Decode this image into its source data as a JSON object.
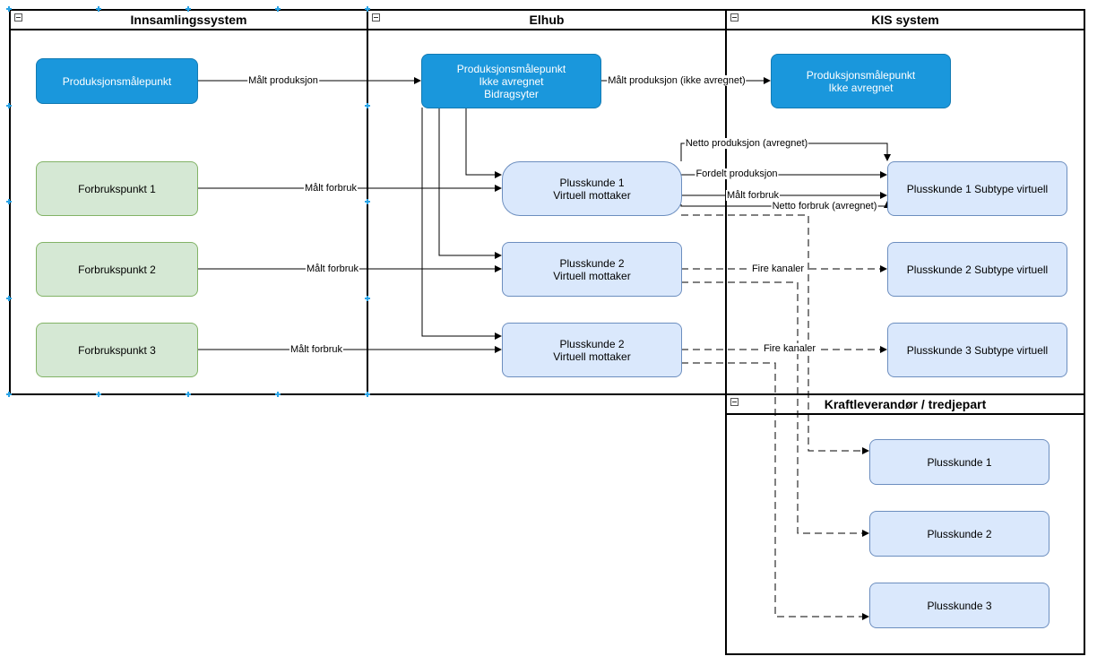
{
  "lanes": {
    "innsamling": {
      "title": "Innsamlingssystem"
    },
    "elhub": {
      "title": "Elhub"
    },
    "kis": {
      "title": "KIS system"
    },
    "kraft": {
      "title": "Kraftleverandør / tredjepart"
    }
  },
  "nodes": {
    "prod_innsamling": {
      "lines": [
        "Produksjonsmålepunkt"
      ]
    },
    "forbruk1": {
      "lines": [
        "Forbrukspunkt 1"
      ]
    },
    "forbruk2": {
      "lines": [
        "Forbrukspunkt 2"
      ]
    },
    "forbruk3": {
      "lines": [
        "Forbrukspunkt 3"
      ]
    },
    "prod_elhub": {
      "lines": [
        "Produksjonsmålepunkt",
        "Ikke avregnet",
        "Bidragsyter"
      ]
    },
    "plus1_elhub": {
      "lines": [
        "Plusskunde 1",
        "Virtuell mottaker"
      ]
    },
    "plus2_elhub": {
      "lines": [
        "Plusskunde 2",
        "Virtuell mottaker"
      ]
    },
    "plus3_elhub": {
      "lines": [
        "Plusskunde 2",
        "Virtuell mottaker"
      ]
    },
    "prod_kis": {
      "lines": [
        "Produksjonsmålepunkt",
        "Ikke avregnet"
      ]
    },
    "plus1_kis": {
      "lines": [
        "Plusskunde 1 Subtype virtuell"
      ]
    },
    "plus2_kis": {
      "lines": [
        "Plusskunde 2 Subtype virtuell"
      ]
    },
    "plus3_kis": {
      "lines": [
        "Plusskunde 3 Subtype virtuell"
      ]
    },
    "plus1_kraft": {
      "lines": [
        "Plusskunde 1"
      ]
    },
    "plus2_kraft": {
      "lines": [
        "Plusskunde 2"
      ]
    },
    "plus3_kraft": {
      "lines": [
        "Plusskunde 3"
      ]
    }
  },
  "edge_labels": {
    "malt_produksjon": "Målt produksjon",
    "malt_produksjon_ikke_avregnet": "Målt produksjon (ikke avregnet)",
    "netto_produksjon": "Netto produksjon (avregnet)",
    "fordelt_produksjon": "Fordelt produksjon",
    "malt_forbruk_kis": "Målt forbruk",
    "netto_forbruk": "Netto forbruk (avregnet)",
    "malt_forbruk_1": "Målt forbruk",
    "malt_forbruk_2": "Målt forbruk",
    "malt_forbruk_3": "Målt forbruk",
    "fire_kanaler_2": "Fire kanaler",
    "fire_kanaler_3": "Fire kanaler"
  },
  "colors": {
    "production_blue": "#1a97dc",
    "consumption_green": "#d5e8d4",
    "customer_lightblue": "#dae8fc"
  }
}
